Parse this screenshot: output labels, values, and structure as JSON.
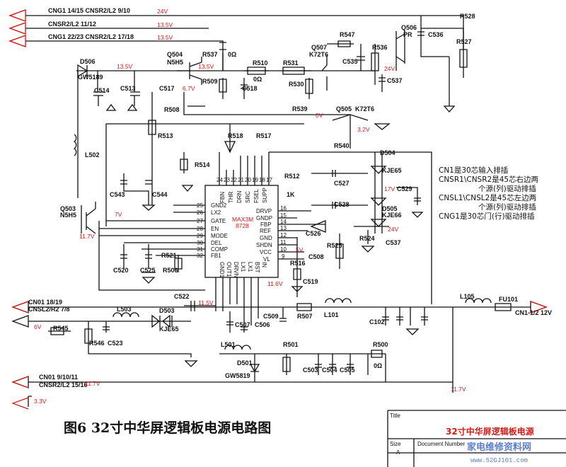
{
  "caption": "图6   32寸中华屏逻辑板电源电路图",
  "connectors": {
    "top1": "CNG1 14/15  CNSR2/L2 9/10",
    "top2": "CNSR2/L2 11/12",
    "top3": "CNG1 22/23  CNSR2/L2 17/18",
    "cn01a": "CN01   18/19",
    "cn01b": "CNSL2/R2  7/8",
    "cn01c": "CN01    9/10/11",
    "cn01d": "CNSR2/L2  15/16",
    "cn1": "CN1-1/2 12V"
  },
  "voltages": {
    "v24top": "24V",
    "v13a": "13.5V",
    "v13b": "13.5V",
    "v13c": "13.5V",
    "v13d": "13.5V",
    "v67": "6.7V",
    "v0": "0V",
    "v32": "3.2V",
    "v24r": "24V",
    "v17": "17V",
    "v24b": "24V",
    "v7": "7V",
    "v117a": "11.7V",
    "v115": "11.5V",
    "v116": "11.6V",
    "v5": "5V",
    "v117b": "11.7V",
    "v117c": "11.7V",
    "v6": "6V",
    "v33": "3.3V"
  },
  "parts": {
    "d506": "D506",
    "gw5189": "GW5189",
    "c514": "C514",
    "c513": "C513",
    "q504": "Q504",
    "n5h5a": "N5H5",
    "r537": "R537",
    "r537v": "0Ω",
    "r510": "R510",
    "r510v": "0Ω",
    "r531": "R531",
    "r530": "R530",
    "r509": "R509",
    "c518": "C518",
    "c517": "C517",
    "r508": "R508",
    "q507": "Q507",
    "k72t6a": "K72T6",
    "r547": "R547",
    "c535": "C535",
    "r536": "R536",
    "c537a": "C537",
    "q506": "Q506",
    "pr": "PR",
    "c536": "C536",
    "r528": "R528",
    "r527": "R527",
    "r539": "R539",
    "q505": "Q505",
    "k72t6b": "K72T6",
    "r513": "R513",
    "r518": "R518",
    "r517": "R517",
    "r540": "R540",
    "l502": "L502",
    "r514": "R514",
    "c543": "C543",
    "c544": "C544",
    "q503": "Q503",
    "n5h5b": "N5H5",
    "r512": "R512",
    "r512v": "1K",
    "c527": "C527",
    "c528": "C528",
    "d504": "D504",
    "kje65a": "KJE65",
    "c529": "C529",
    "d505": "D505",
    "kje65b": "KJE66",
    "r524": "R524",
    "c537b": "C537",
    "c526": "C526",
    "r525": "R525",
    "c508": "C508",
    "r516": "R516",
    "c519": "C519",
    "r521": "R521",
    "r506": "R506",
    "c520": "C520",
    "c525": "C525",
    "c522": "C522",
    "c509": "C509",
    "r507": "R507",
    "l101": "L101",
    "l105": "L105",
    "fu101": "FU101",
    "c102": "C102",
    "l503": "L503",
    "d503": "D503",
    "kje65c": "KJE65",
    "r545": "R545",
    "r546": "R546",
    "c523": "C523",
    "c507": "C507",
    "c506": "C506",
    "l501": "L501",
    "d501": "D501",
    "gw5819": "GW5819",
    "r501": "R501",
    "c503": "C503",
    "c504": "C504",
    "c505": "C505",
    "r500": "R500",
    "r500v": "0Ω"
  },
  "ic": {
    "name": "MAX3M",
    "num": "8728",
    "left_pins": [
      "GND2",
      "LX2",
      "GATE",
      "EN",
      "MODE",
      "DEL",
      "COMP",
      "FB1"
    ],
    "left_nums": [
      "25",
      "26",
      "27",
      "28",
      "29",
      "30",
      "31",
      "32"
    ],
    "right_pins": [
      "DRVP",
      "GNDP",
      "FBP",
      "REF",
      "GND",
      "SHDN",
      "VCC",
      "VL"
    ],
    "right_nums": [
      "16",
      "15",
      "14",
      "13",
      "12",
      "11",
      "10",
      "9"
    ],
    "top_pins": [
      "FBN",
      "THR",
      "DRN",
      "SRC",
      "FSEL",
      "SUPP"
    ],
    "top_nums": [
      "24",
      "23",
      "22",
      "21",
      "20",
      "19",
      "18",
      "17"
    ],
    "bottom_pins": [
      "GND1",
      "OUT1",
      "DRVN",
      "LX1",
      "LX1",
      "BST",
      "IN"
    ]
  },
  "notes": [
    "CN1是30芯输入排插",
    "CNSR1\\CNSR2是45芯右边两",
    "个源(列)驱动排插",
    "CNSL1\\CNSL2是45芯左边两",
    "个源(列)驱动排插",
    "CNG1是30芯门(行)驱动排插"
  ],
  "titleblock": {
    "title_label": "Title",
    "title": "32寸中华屏逻辑板电源",
    "size_label": "Size",
    "size": "A",
    "docnum_label": "Document Number",
    "watermark": "家电维修资料网",
    "watermark_url": "www.52GJ101.com"
  }
}
